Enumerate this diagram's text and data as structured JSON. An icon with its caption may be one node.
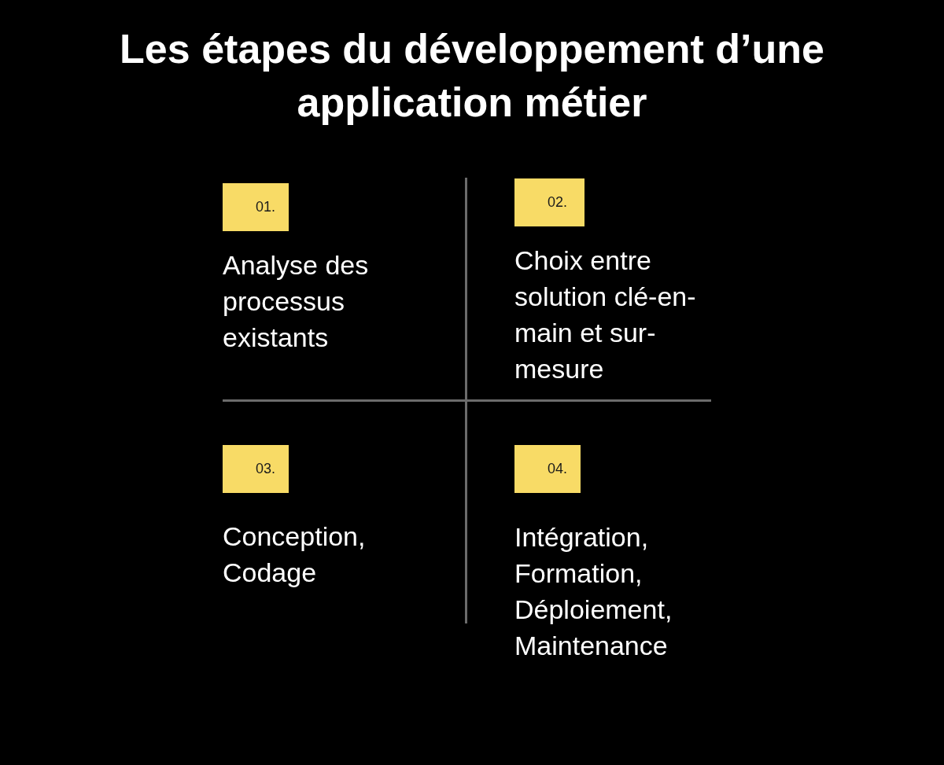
{
  "diagram": {
    "title": "Les étapes du développement d’une application métier",
    "nodes": [
      {
        "text": [
          "01."
        ],
        "beside": [
          "Analyse des processus existants"
        ]
      },
      {
        "text": [
          "02."
        ],
        "beside": [
          "Choix entre solution clé-en-main et sur-mesure"
        ]
      },
      {
        "text": [
          "03."
        ],
        "beside": [
          "Conception, Codage"
        ]
      },
      {
        "text": [
          "04."
        ],
        "beside": [
          "Intégration, Formation, Déploiement, Maintenance"
        ]
      }
    ]
  }
}
